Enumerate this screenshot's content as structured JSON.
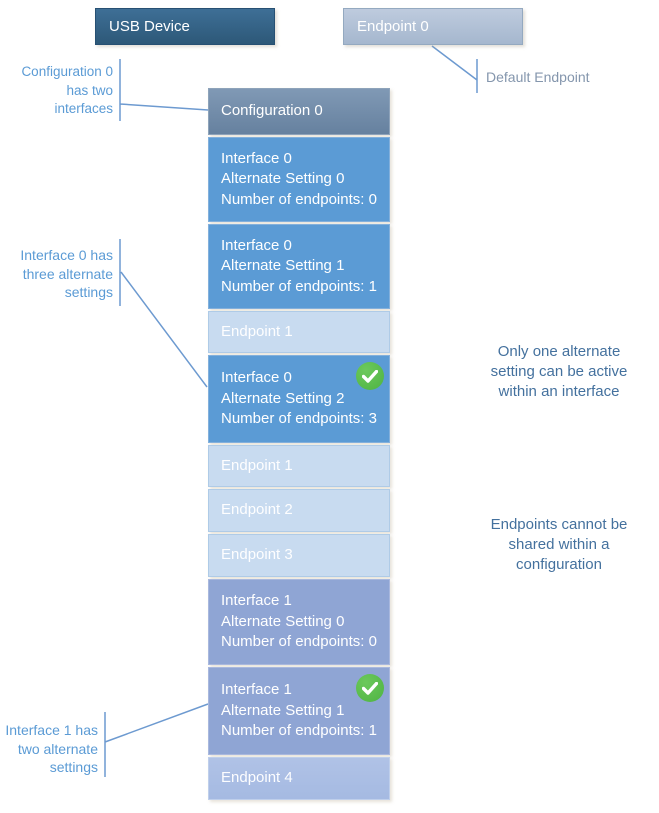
{
  "palette": {
    "accent_blue": "#5b9bd5",
    "interface0_fill": "#5b9bd5",
    "interface1_fill": "#8fa5d4",
    "endpoint_fill": "#c8dbf0",
    "config_fill": "#7390ae",
    "usb_fill": "#35648c",
    "note_text": "#44719e",
    "muted_label": "#8496ad",
    "check_green": "#53b847"
  },
  "top_boxes": {
    "usb_device": "USB Device",
    "endpoint0": "Endpoint 0"
  },
  "callouts": {
    "configuration": {
      "lines": [
        "Configuration 0",
        "has two",
        "interfaces"
      ]
    },
    "interface0": {
      "lines": [
        "Interface 0 has",
        "three alternate",
        "settings"
      ]
    },
    "interface1": {
      "lines": [
        "Interface 1 has",
        "two alternate",
        "settings"
      ]
    },
    "default_endpoint": {
      "label": "Default Endpoint"
    }
  },
  "notes": {
    "alternate_setting": {
      "lines": [
        "Only one alternate",
        "setting can be active",
        "within an interface"
      ]
    },
    "endpoint_sharing": {
      "lines": [
        "Endpoints cannot be",
        "shared within a",
        "configuration"
      ]
    }
  },
  "stack": [
    {
      "label": "Configuration 0"
    },
    {
      "lines": [
        "Interface 0",
        "Alternate Setting 0",
        "Number of endpoints: 0"
      ]
    },
    {
      "lines": [
        "Interface 0",
        "Alternate Setting 1",
        "Number of endpoints: 1"
      ]
    },
    {
      "label": "Endpoint 1"
    },
    {
      "lines": [
        "Interface 0",
        "Alternate Setting 2",
        "Number of endpoints: 3"
      ],
      "active": true
    },
    {
      "label": "Endpoint 1"
    },
    {
      "label": "Endpoint 2"
    },
    {
      "label": "Endpoint 3"
    },
    {
      "lines": [
        "Interface 1",
        "Alternate Setting 0",
        "Number of endpoints: 0"
      ]
    },
    {
      "lines": [
        "Interface 1",
        "Alternate Setting 1",
        "Number of endpoints: 1"
      ],
      "active": true
    },
    {
      "label": "Endpoint 4"
    }
  ]
}
